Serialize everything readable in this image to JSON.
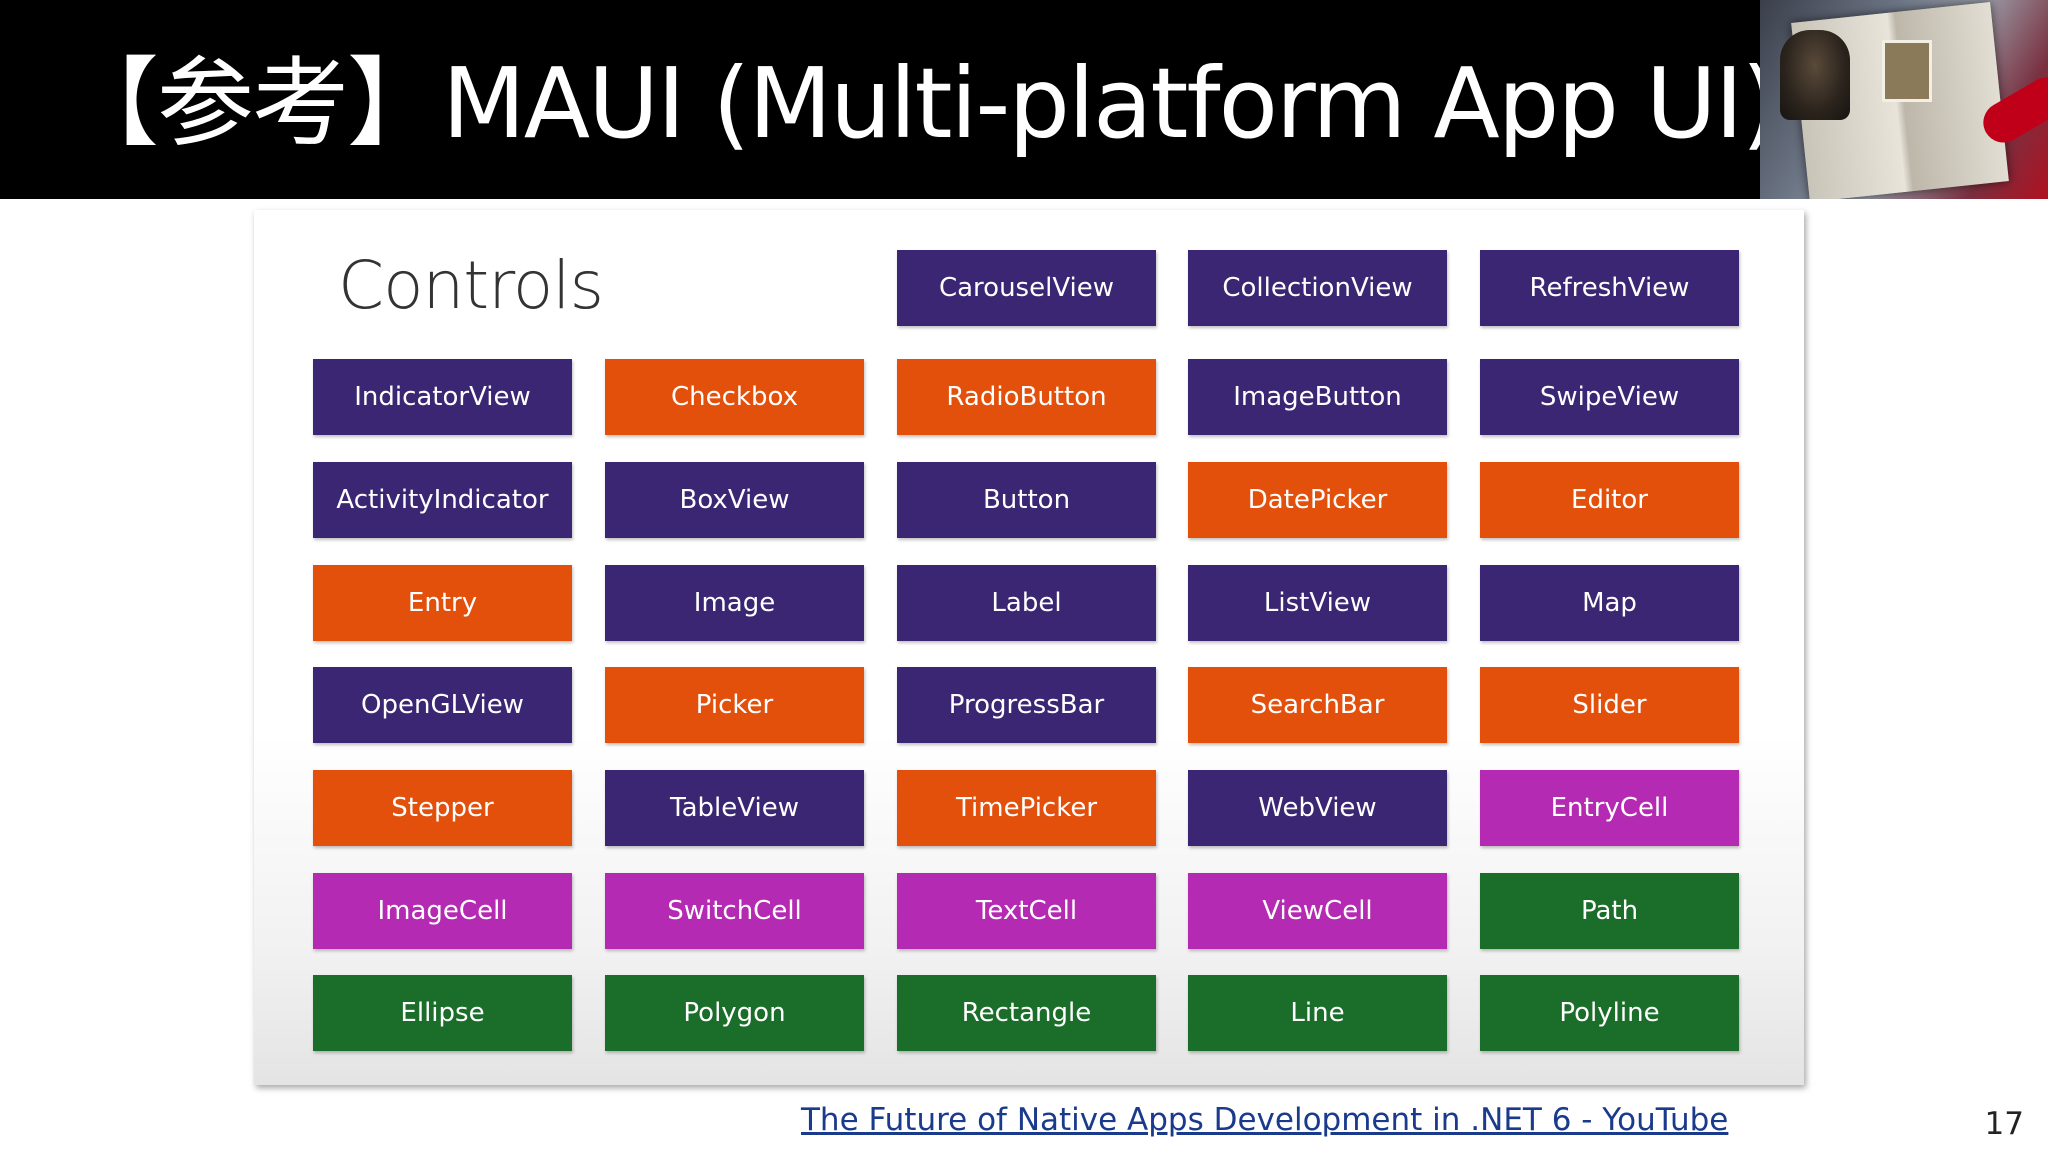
{
  "header": {
    "title": "【参考】MAUI (Multi-platform App UI)"
  },
  "slide": {
    "heading": "Controls",
    "colors": {
      "purple": "#3a2673",
      "orange": "#e2500c",
      "magenta": "#b52ab3",
      "green": "#1a6e2a"
    },
    "rows": [
      [
        null,
        null,
        {
          "label": "CarouselView",
          "color": "purple"
        },
        {
          "label": "CollectionView",
          "color": "purple"
        },
        {
          "label": "RefreshView",
          "color": "purple"
        }
      ],
      [
        {
          "label": "IndicatorView",
          "color": "purple"
        },
        {
          "label": "Checkbox",
          "color": "orange"
        },
        {
          "label": "RadioButton",
          "color": "orange"
        },
        {
          "label": "ImageButton",
          "color": "purple"
        },
        {
          "label": "SwipeView",
          "color": "purple"
        }
      ],
      [
        {
          "label": "ActivityIndicator",
          "color": "purple"
        },
        {
          "label": "BoxView",
          "color": "purple"
        },
        {
          "label": "Button",
          "color": "purple"
        },
        {
          "label": "DatePicker",
          "color": "orange"
        },
        {
          "label": "Editor",
          "color": "orange"
        }
      ],
      [
        {
          "label": "Entry",
          "color": "orange"
        },
        {
          "label": "Image",
          "color": "purple"
        },
        {
          "label": "Label",
          "color": "purple"
        },
        {
          "label": "ListView",
          "color": "purple"
        },
        {
          "label": "Map",
          "color": "purple"
        }
      ],
      [
        {
          "label": "OpenGLView",
          "color": "purple"
        },
        {
          "label": "Picker",
          "color": "orange"
        },
        {
          "label": "ProgressBar",
          "color": "purple"
        },
        {
          "label": "SearchBar",
          "color": "orange"
        },
        {
          "label": "Slider",
          "color": "orange"
        }
      ],
      [
        {
          "label": "Stepper",
          "color": "orange"
        },
        {
          "label": "TableView",
          "color": "purple"
        },
        {
          "label": "TimePicker",
          "color": "orange"
        },
        {
          "label": "WebView",
          "color": "purple"
        },
        {
          "label": "EntryCell",
          "color": "magenta"
        }
      ],
      [
        {
          "label": "ImageCell",
          "color": "magenta"
        },
        {
          "label": "SwitchCell",
          "color": "magenta"
        },
        {
          "label": "TextCell",
          "color": "magenta"
        },
        {
          "label": "ViewCell",
          "color": "magenta"
        },
        {
          "label": "Path",
          "color": "green"
        }
      ],
      [
        {
          "label": "Ellipse",
          "color": "green"
        },
        {
          "label": "Polygon",
          "color": "green"
        },
        {
          "label": "Rectangle",
          "color": "green"
        },
        {
          "label": "Line",
          "color": "green"
        },
        {
          "label": "Polyline",
          "color": "green"
        }
      ]
    ]
  },
  "footer": {
    "source_link": "The Future of Native Apps Development in .NET 6 - YouTube",
    "page_number": "17"
  }
}
